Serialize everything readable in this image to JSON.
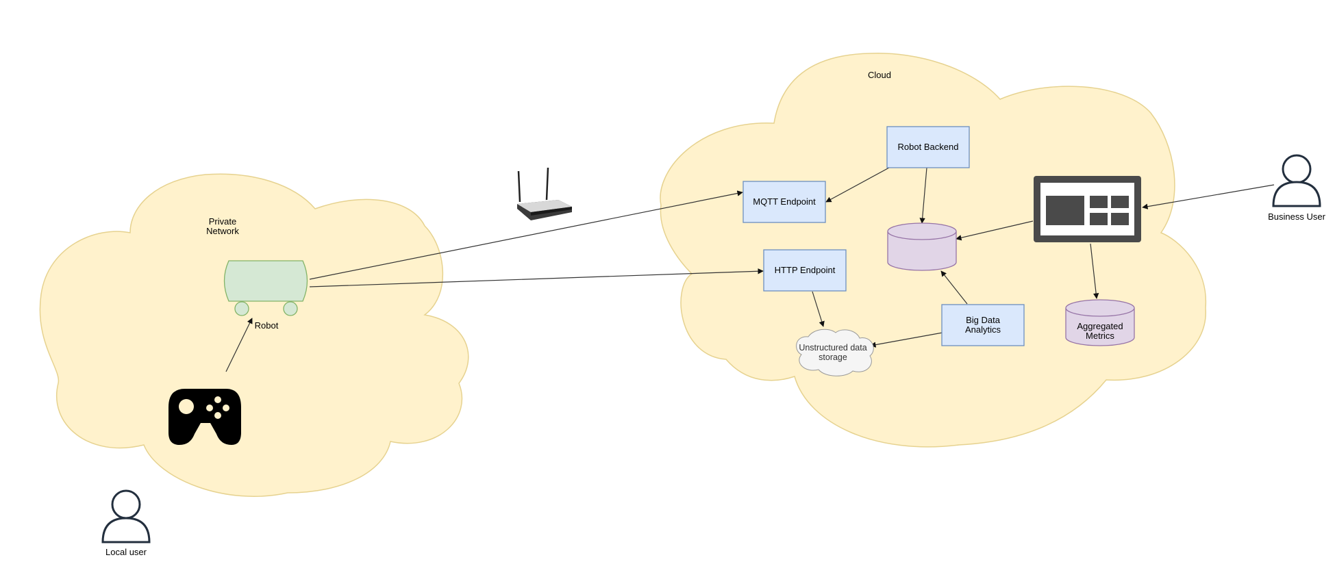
{
  "clouds": {
    "private_network": {
      "label_line1": "Private",
      "label_line2": "Network"
    },
    "cloud": {
      "label": "Cloud"
    }
  },
  "nodes": {
    "robot": "Robot",
    "mqtt_endpoint": "MQTT Endpoint",
    "http_endpoint": "HTTP Endpoint",
    "robot_backend": "Robot Backend",
    "big_data_analytics_line1": "Big Data",
    "big_data_analytics_line2": "Analytics",
    "unstructured_storage_line1": "Unstructured data",
    "unstructured_storage_line2": "storage",
    "aggregated_metrics_line1": "Aggregated",
    "aggregated_metrics_line2": "Metrics",
    "business_user": "Business User",
    "local_user": "Local user"
  },
  "icons": [
    "wifi-router-icon",
    "gamepad-icon",
    "dashboard-icon",
    "user-icon",
    "database-icon",
    "robot-icon"
  ],
  "colors": {
    "cloud_fill": "#fff2cc",
    "service_fill": "#dae8fc",
    "database_fill": "#e1d5e7",
    "robot_fill": "#d5e8d4"
  }
}
